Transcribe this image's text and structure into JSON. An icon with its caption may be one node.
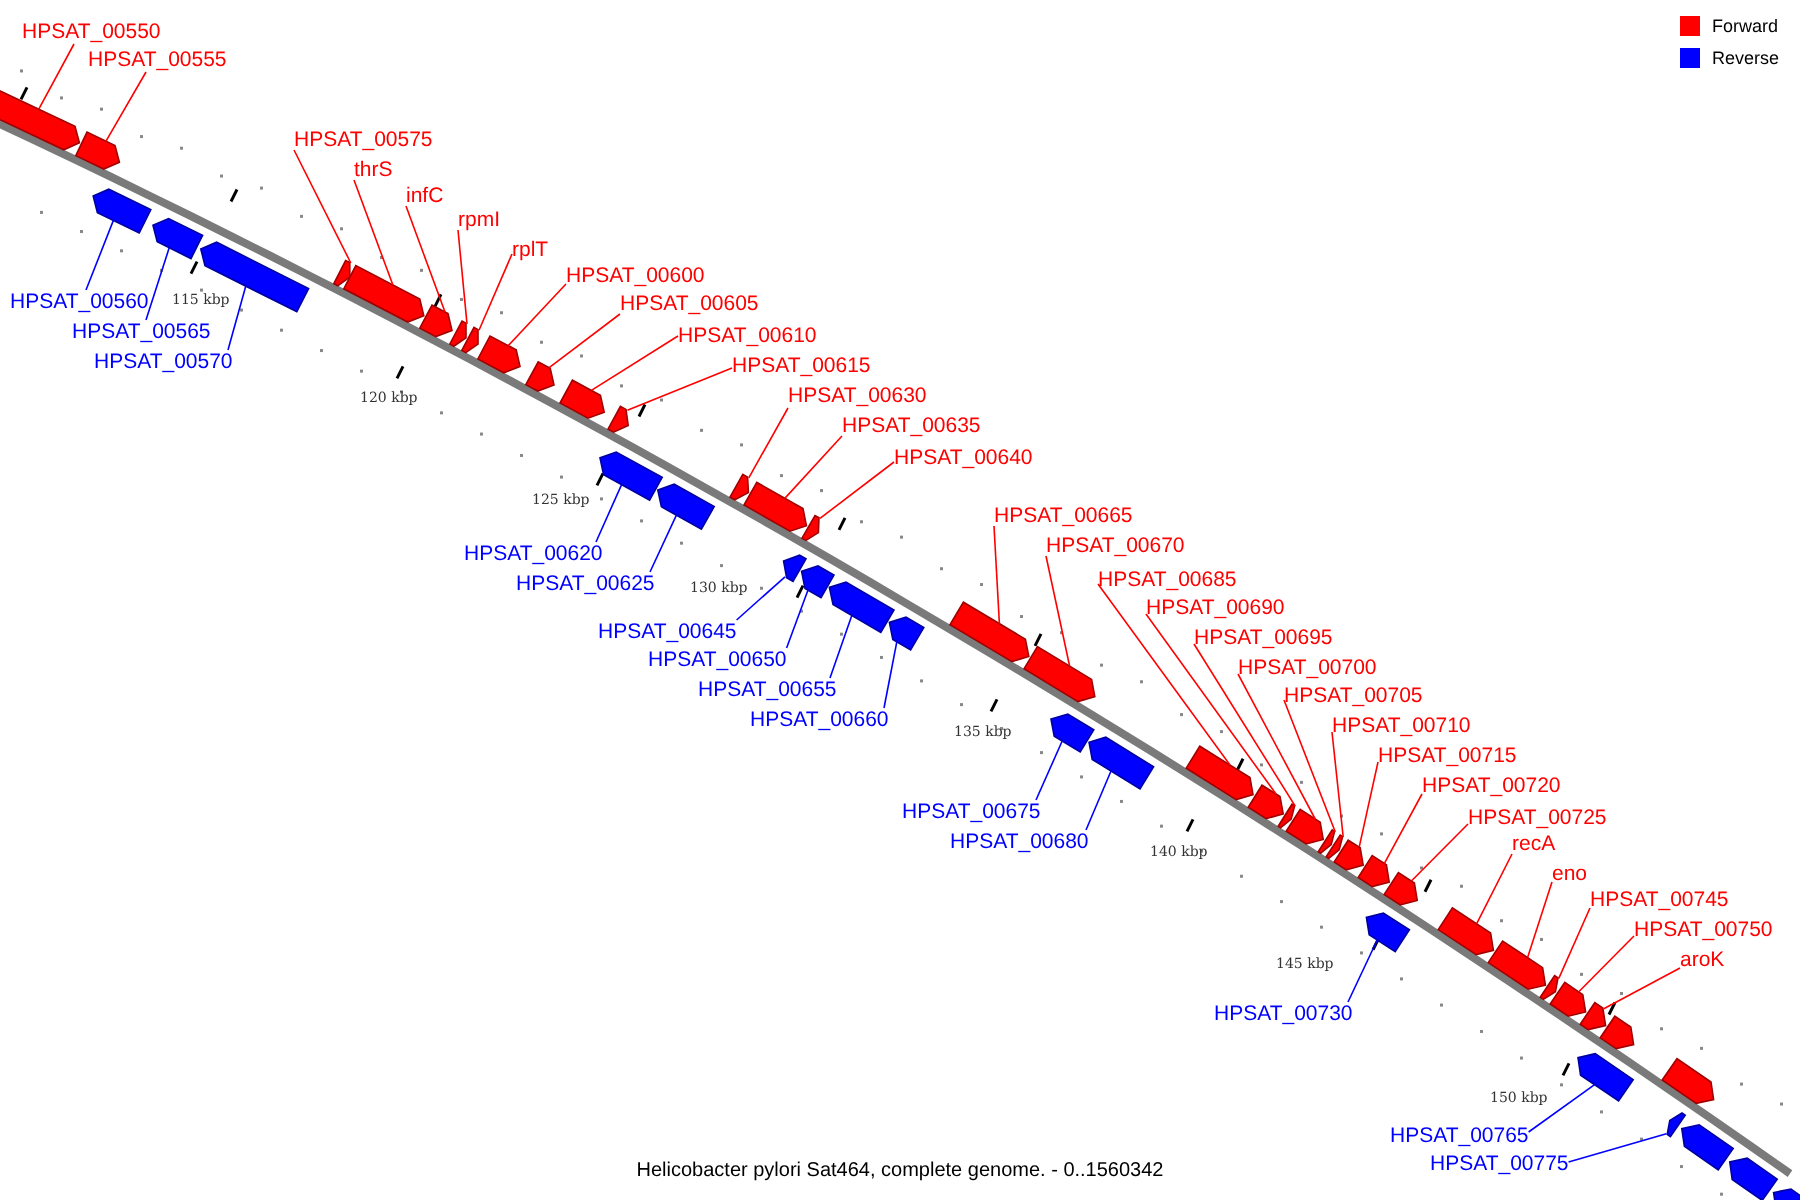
{
  "diagram": {
    "caption": "Helicobacter pylori Sat464, complete genome. - 0..1560342",
    "nodes": [
      {
        "text": [
          "HPSAT_00550"
        ]
      },
      {
        "text": [
          "HPSAT_00555"
        ]
      },
      {
        "text": [
          "HPSAT_00575"
        ]
      },
      {
        "text": [
          "thrS"
        ]
      },
      {
        "text": [
          "infC"
        ]
      },
      {
        "text": [
          "rpmI"
        ]
      },
      {
        "text": [
          "rplT"
        ]
      },
      {
        "text": [
          "HPSAT_00600"
        ]
      },
      {
        "text": [
          "HPSAT_00605"
        ]
      },
      {
        "text": [
          "HPSAT_00610"
        ]
      },
      {
        "text": [
          "HPSAT_00615"
        ]
      },
      {
        "text": [
          "HPSAT_00630"
        ]
      },
      {
        "text": [
          "HPSAT_00635"
        ]
      },
      {
        "text": [
          "HPSAT_00640"
        ]
      },
      {
        "text": [
          "HPSAT_00665"
        ]
      },
      {
        "text": [
          "HPSAT_00670"
        ]
      },
      {
        "text": [
          "HPSAT_00685"
        ]
      },
      {
        "text": [
          "HPSAT_00690"
        ]
      },
      {
        "text": [
          "HPSAT_00695"
        ]
      },
      {
        "text": [
          "HPSAT_00700"
        ]
      },
      {
        "text": [
          "HPSAT_00705"
        ]
      },
      {
        "text": [
          "HPSAT_00710"
        ]
      },
      {
        "text": [
          "HPSAT_00715"
        ]
      },
      {
        "text": [
          "HPSAT_00720"
        ]
      },
      {
        "text": [
          "HPSAT_00725"
        ]
      },
      {
        "text": [
          "recA"
        ]
      },
      {
        "text": [
          "eno"
        ]
      },
      {
        "text": [
          "HPSAT_00745"
        ]
      },
      {
        "text": [
          "HPSAT_00750"
        ]
      },
      {
        "text": [
          "aroK"
        ]
      },
      {
        "text": [
          "HPSAT_00560"
        ]
      },
      {
        "text": [
          "HPSAT_00565"
        ]
      },
      {
        "text": [
          "HPSAT_00570"
        ]
      },
      {
        "text": [
          "HPSAT_00620"
        ]
      },
      {
        "text": [
          "HPSAT_00625"
        ]
      },
      {
        "text": [
          "HPSAT_00645"
        ]
      },
      {
        "text": [
          "HPSAT_00650"
        ]
      },
      {
        "text": [
          "HPSAT_00655"
        ]
      },
      {
        "text": [
          "HPSAT_00660"
        ]
      },
      {
        "text": [
          "HPSAT_00675"
        ]
      },
      {
        "text": [
          "HPSAT_00680"
        ]
      },
      {
        "text": [
          "HPSAT_00730"
        ]
      },
      {
        "text": [
          "HPSAT_00765"
        ]
      },
      {
        "text": [
          "HPSAT_00775"
        ]
      },
      {
        "text": [],
        "shape": "bar"
      },
      {
        "text": [],
        "shape": "bar"
      },
      {
        "text": [],
        "shape": "bar"
      },
      {
        "text": [],
        "shape": "bar"
      },
      {
        "text": [],
        "shape": "bar"
      },
      {
        "text": [],
        "shape": "bar"
      },
      {
        "text": [],
        "shape": "bar"
      },
      {
        "text": [],
        "shape": "bar"
      },
      {
        "text": [],
        "shape": "bar"
      },
      {
        "text": [],
        "shape": "bar"
      },
      {
        "text": [],
        "shape": "bar"
      },
      {
        "text": [],
        "shape": "bar"
      },
      {
        "text": [],
        "shape": "bar"
      },
      {
        "text": [],
        "shape": "bar"
      },
      {
        "text": [],
        "shape": "bar"
      },
      {
        "text": [],
        "shape": "bar"
      },
      {
        "text": [],
        "shape": "bar"
      },
      {
        "text": [],
        "shape": "bar"
      },
      {
        "text": [],
        "shape": "bar"
      },
      {
        "text": [],
        "shape": "bar"
      },
      {
        "text": [],
        "shape": "bar"
      },
      {
        "text": [],
        "shape": "bar"
      },
      {
        "text": [],
        "shape": "bar"
      },
      {
        "text": [],
        "shape": "bar"
      },
      {
        "text": [],
        "shape": "bar"
      },
      {
        "text": [],
        "shape": "bar"
      },
      {
        "text": [],
        "shape": "bar"
      },
      {
        "text": [],
        "shape": "bar"
      },
      {
        "text": [],
        "shape": "bar"
      },
      {
        "text": [],
        "shape": "bar"
      },
      {
        "text": [],
        "shape": "bar"
      },
      {
        "text": [],
        "shape": "bar"
      },
      {
        "text": [],
        "shape": "bar"
      },
      {
        "text": [],
        "shape": "bar"
      },
      {
        "text": [],
        "shape": "bar"
      },
      {
        "text": [],
        "shape": "bar"
      },
      {
        "text": [],
        "shape": "bar"
      },
      {
        "text": [],
        "shape": "bar"
      },
      {
        "text": [],
        "shape": "bar"
      },
      {
        "text": [],
        "shape": "bar"
      },
      {
        "text": [],
        "shape": "bar"
      },
      {
        "text": [],
        "shape": "bar"
      },
      {
        "text": [],
        "shape": "bar"
      },
      {
        "text": [],
        "shape": "bar"
      },
      {
        "text": [],
        "shape": "bar"
      },
      {
        "text": [],
        "shape": "bar"
      },
      {
        "text": [],
        "shape": "bar"
      },
      {
        "text": [],
        "shape": "bar"
      },
      {
        "text": [],
        "shape": "bar"
      }
    ],
    "edges": [
      {
        "from": 0,
        "to": 44,
        "arrow": "none"
      },
      {
        "from": 1,
        "to": 45,
        "arrow": "none"
      },
      {
        "from": 2,
        "to": 46,
        "arrow": "none"
      },
      {
        "from": 3,
        "to": 47,
        "arrow": "none"
      },
      {
        "from": 4,
        "to": 48,
        "arrow": "none"
      },
      {
        "from": 5,
        "to": 49,
        "arrow": "none"
      },
      {
        "from": 6,
        "to": 50,
        "arrow": "none"
      },
      {
        "from": 7,
        "to": 51,
        "arrow": "none"
      },
      {
        "from": 8,
        "to": 52,
        "arrow": "none"
      },
      {
        "from": 9,
        "to": 53,
        "arrow": "none"
      },
      {
        "from": 10,
        "to": 54,
        "arrow": "none"
      },
      {
        "from": 11,
        "to": 55,
        "arrow": "none"
      },
      {
        "from": 12,
        "to": 56,
        "arrow": "none"
      },
      {
        "from": 13,
        "to": 57,
        "arrow": "none"
      },
      {
        "from": 14,
        "to": 58,
        "arrow": "none"
      },
      {
        "from": 15,
        "to": 59,
        "arrow": "none"
      },
      {
        "from": 16,
        "to": 60,
        "arrow": "none"
      },
      {
        "from": 17,
        "to": 61,
        "arrow": "none"
      },
      {
        "from": 18,
        "to": 62,
        "arrow": "none"
      },
      {
        "from": 19,
        "to": 63,
        "arrow": "none"
      },
      {
        "from": 20,
        "to": 64,
        "arrow": "none"
      },
      {
        "from": 21,
        "to": 65,
        "arrow": "none"
      },
      {
        "from": 22,
        "to": 66,
        "arrow": "none"
      },
      {
        "from": 23,
        "to": 67,
        "arrow": "none"
      },
      {
        "from": 24,
        "to": 68,
        "arrow": "none"
      },
      {
        "from": 25,
        "to": 69,
        "arrow": "none"
      },
      {
        "from": 26,
        "to": 70,
        "arrow": "none"
      },
      {
        "from": 27,
        "to": 71,
        "arrow": "none"
      },
      {
        "from": 28,
        "to": 72,
        "arrow": "none"
      },
      {
        "from": 29,
        "to": 73,
        "arrow": "none"
      },
      {
        "from": 30,
        "to": 76,
        "arrow": "none",
        "color": "#0000ff"
      },
      {
        "from": 31,
        "to": 77,
        "arrow": "none",
        "color": "#0000ff"
      },
      {
        "from": 32,
        "to": 78,
        "arrow": "none",
        "color": "#0000ff"
      },
      {
        "from": 33,
        "to": 79,
        "arrow": "none",
        "color": "#0000ff"
      },
      {
        "from": 34,
        "to": 80,
        "arrow": "none",
        "color": "#0000ff"
      },
      {
        "from": 35,
        "to": 81,
        "arrow": "none",
        "color": "#0000ff"
      },
      {
        "from": 36,
        "to": 82,
        "arrow": "none",
        "color": "#0000ff"
      },
      {
        "from": 37,
        "to": 83,
        "arrow": "none",
        "color": "#0000ff"
      },
      {
        "from": 38,
        "to": 84,
        "arrow": "none",
        "color": "#0000ff"
      },
      {
        "from": 39,
        "to": 85,
        "arrow": "none",
        "color": "#0000ff"
      },
      {
        "from": 40,
        "to": 86,
        "arrow": "none",
        "color": "#0000ff"
      },
      {
        "from": 41,
        "to": 87,
        "arrow": "none",
        "color": "#0000ff"
      },
      {
        "from": 42,
        "to": 88,
        "arrow": "none",
        "color": "#0000ff"
      },
      {
        "from": 43,
        "to": 89,
        "arrow": "none",
        "color": "#0000ff"
      }
    ],
    "labels": [
      "115 kbp",
      "120 kbp",
      "125 kbp",
      "130 kbp",
      "135 kbp",
      "140 kbp",
      "145 kbp",
      "150 kbp"
    ],
    "legend": [
      {
        "text": "Forward",
        "color": "#ff0000"
      },
      {
        "text": "Reverse",
        "color": "#0000ff"
      }
    ]
  }
}
